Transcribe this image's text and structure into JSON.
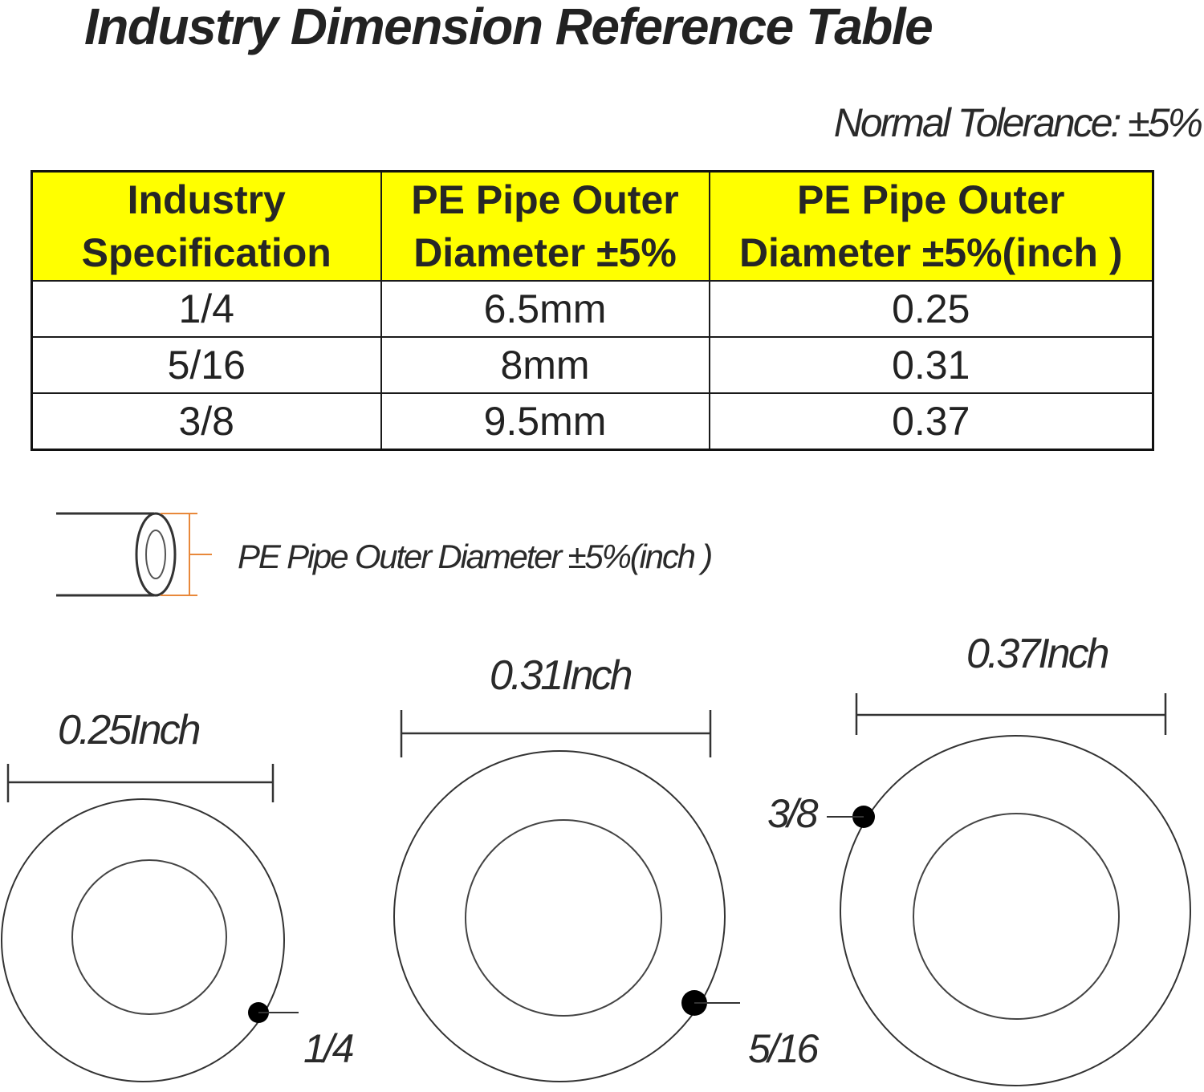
{
  "title": "Industry Dimension Reference Table",
  "tolerance_note": "Normal Tolerance: ±5%",
  "table": {
    "headers": [
      [
        "Industry",
        "Specification"
      ],
      [
        "PE Pipe Outer",
        "Diameter ±5%"
      ],
      [
        "PE Pipe Outer",
        "Diameter ±5%(inch )"
      ]
    ],
    "rows": [
      [
        "1/4",
        "6.5mm",
        "0.25"
      ],
      [
        "5/16",
        "8mm",
        "0.31"
      ],
      [
        "3/8",
        "9.5mm",
        "0.37"
      ]
    ]
  },
  "legend": {
    "label": "PE Pipe Outer Diameter ±5%(inch )"
  },
  "diagrams": [
    {
      "dimension": "0.25Inch",
      "spec": "1/4"
    },
    {
      "dimension": "0.31Inch",
      "spec": "5/16"
    },
    {
      "dimension": "0.37Inch",
      "spec": "3/8"
    }
  ],
  "colors": {
    "header_background": "#ffff00",
    "dimension_marker": "#e8883a",
    "line": "#333333"
  }
}
